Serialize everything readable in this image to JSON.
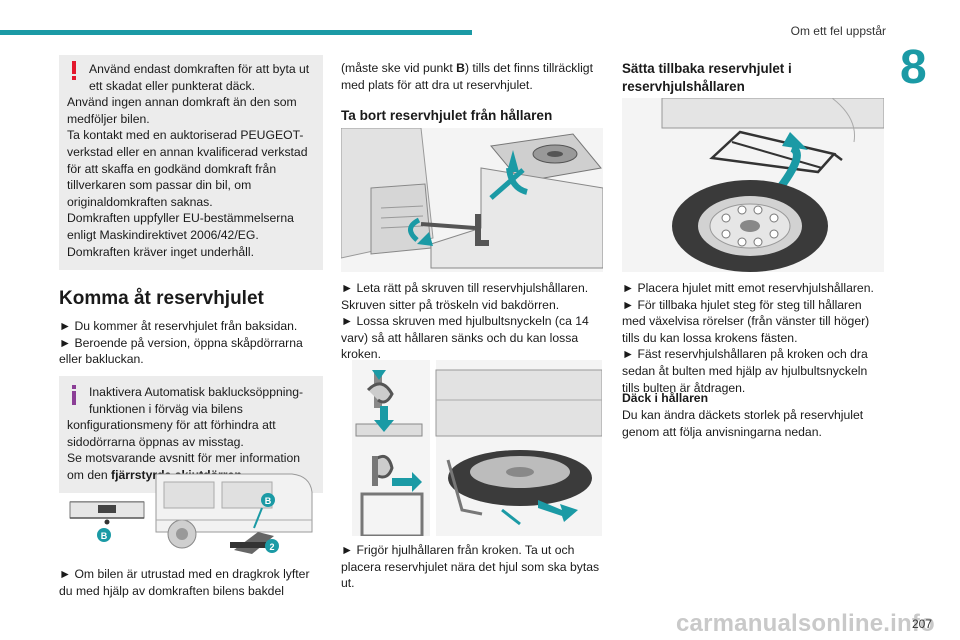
{
  "header": {
    "title": "Om ett fel uppstår",
    "chapter": "8",
    "page_number": "207"
  },
  "watermark": "carmanualsonline.info",
  "col1": {
    "warning": {
      "first_line": "Använd endast domkraften för att byta ut ett skadat eller punkterat däck.",
      "text": "Använd ingen annan domkraft än den som medföljer bilen.\nTa kontakt med en auktoriserad PEUGEOT-verkstad eller en annan kvalificerad verkstad för att skaffa en godkänd domkraft från tillverkaren som passar din bil, om originaldomkraften saknas.\nDomkraften uppfyller EU-bestämmelserna enligt Maskindirektivet 2006/42/EG.\nDomkraften kräver inget underhåll."
    },
    "section_title": "Komma åt reservhjulet",
    "step1": "► Du kommer åt reservhjulet från baksidan.",
    "step2": "► Beroende på version, öppna skåpdörrarna eller bakluckan.",
    "info": {
      "first_line": "Inaktivera Automatisk baklucksöppning-funktionen i förväg via bilens",
      "text": "konfigurationsmeny för att förhindra att sidodörrarna öppnas av misstag.\nSe motsvarande avsnitt för mer information om den ",
      "bold": "fjärrstyrda skjutdörren",
      "end": "."
    },
    "figure_labels": {
      "b1": "B",
      "b2": "B",
      "n2": "2"
    },
    "bottom_text": "► Om bilen är utrustad med en dragkrok lyfter du med hjälp av domkraften bilens bakdel"
  },
  "col2": {
    "intro_pre": "(måste ske vid punkt ",
    "intro_bold": "B",
    "intro_post": ") tills det finns tillräckligt med plats för att dra ut reservhjulet.",
    "sub_title": "Ta bort reservhjulet från hållaren",
    "steps": "► Leta rätt på skruven till reservhjulshållaren. Skruven sitter på tröskeln vid bakdörren.\n► Lossa skruven med hjulbultsnyckeln (ca 14 varv) så att hållaren sänks och du kan lossa kroken.",
    "bottom_text": "► Frigör hjulhållaren från kroken. Ta ut och placera reservhjulet nära det hjul som ska bytas ut."
  },
  "col3": {
    "sub_title": "Sätta tillbaka reservhjulet i reservhjulshållaren",
    "steps": "► Placera hjulet mitt emot reservhjulshållaren.\n► För tillbaka hjulet steg för steg till hållaren med växelvisa rörelser (från vänster till höger) tills du kan lossa krokens fästen.\n► Fäst reservhjulshållaren på kroken och dra sedan åt bulten med hjälp av hjulbultsnyckeln tills bulten är åtdragen.",
    "bold_line": "Däck i hållaren",
    "last": "Du kan ändra däckets storlek på reservhjulet genom att följa anvisningarna nedan."
  },
  "colors": {
    "accent": "#1b9aa5",
    "warning": "#e3182d",
    "info": "#8b3e96",
    "panel": "#ececec"
  }
}
